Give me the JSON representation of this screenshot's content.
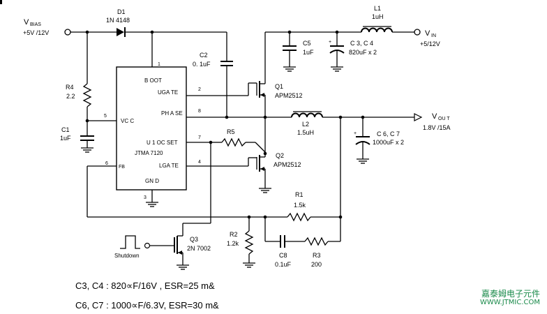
{
  "labels": {
    "vbias_main": "V",
    "vbias_sub": "BIAS",
    "vbias_value": "+5V /12V",
    "vin_main": "V",
    "vin_sub": "IN",
    "vin_value": "+5/12V",
    "vout_main": "V",
    "vout_sub": "OU T",
    "vout_value": "1.8V /15A",
    "shutdown": "Shutdown"
  },
  "components": {
    "d1_ref": "D1",
    "d1_val": "1N 4148",
    "l1_ref": "L1",
    "l1_val": "1uH",
    "c2_ref": "C2",
    "c2_val": "0. 1uF",
    "c5_ref": "C5",
    "c5_val": "1uF",
    "c34_ref": "C 3, C 4",
    "c34_val": "820uF x 2",
    "r4_ref": "R4",
    "r4_val": "2.2",
    "c1_ref": "C1",
    "c1_val": "1uF",
    "q1_ref": "Q1",
    "q1_val": "APM2512",
    "l2_ref": "L2",
    "l2_val": "1.5uH",
    "c67_ref": "C 6, C 7",
    "c67_val": "1000uF x 2",
    "r5_ref": "R5",
    "q2_ref": "Q2",
    "q2_val": "APM2512",
    "r1_ref": "R1",
    "r1_val": "1.5k",
    "r2_ref": "R2",
    "r2_val": "1.2k",
    "q3_ref": "Q3",
    "q3_val": "2N 7002",
    "c8_ref": "C8",
    "c8_val": "0.1uF",
    "r3_ref": "R3",
    "r3_val": "200"
  },
  "ic": {
    "boot": "B OOT",
    "ugate": "UGA TE",
    "vcc": "VC C",
    "phase": "PH A SE",
    "ocset": "U 1 OC SET",
    "part": "JTMA 7120",
    "lgate": "LGA TE",
    "fb": "FB",
    "gnd": "GN D",
    "pins": {
      "boot": "1",
      "ugate": "2",
      "vcc": "5",
      "phase": "8",
      "ocset": "7",
      "fb": "6",
      "lgate": "4",
      "gnd": "3"
    }
  },
  "notes": [
    "C3, C4 : 820∝F/16V , ESR=25 m&",
    "C6, C7 : 1000∝F/6.3V, ESR=30 m&"
  ],
  "watermark": {
    "line1": "嘉泰姆电子元件",
    "line2": "WWW.JTMIC.COM"
  }
}
